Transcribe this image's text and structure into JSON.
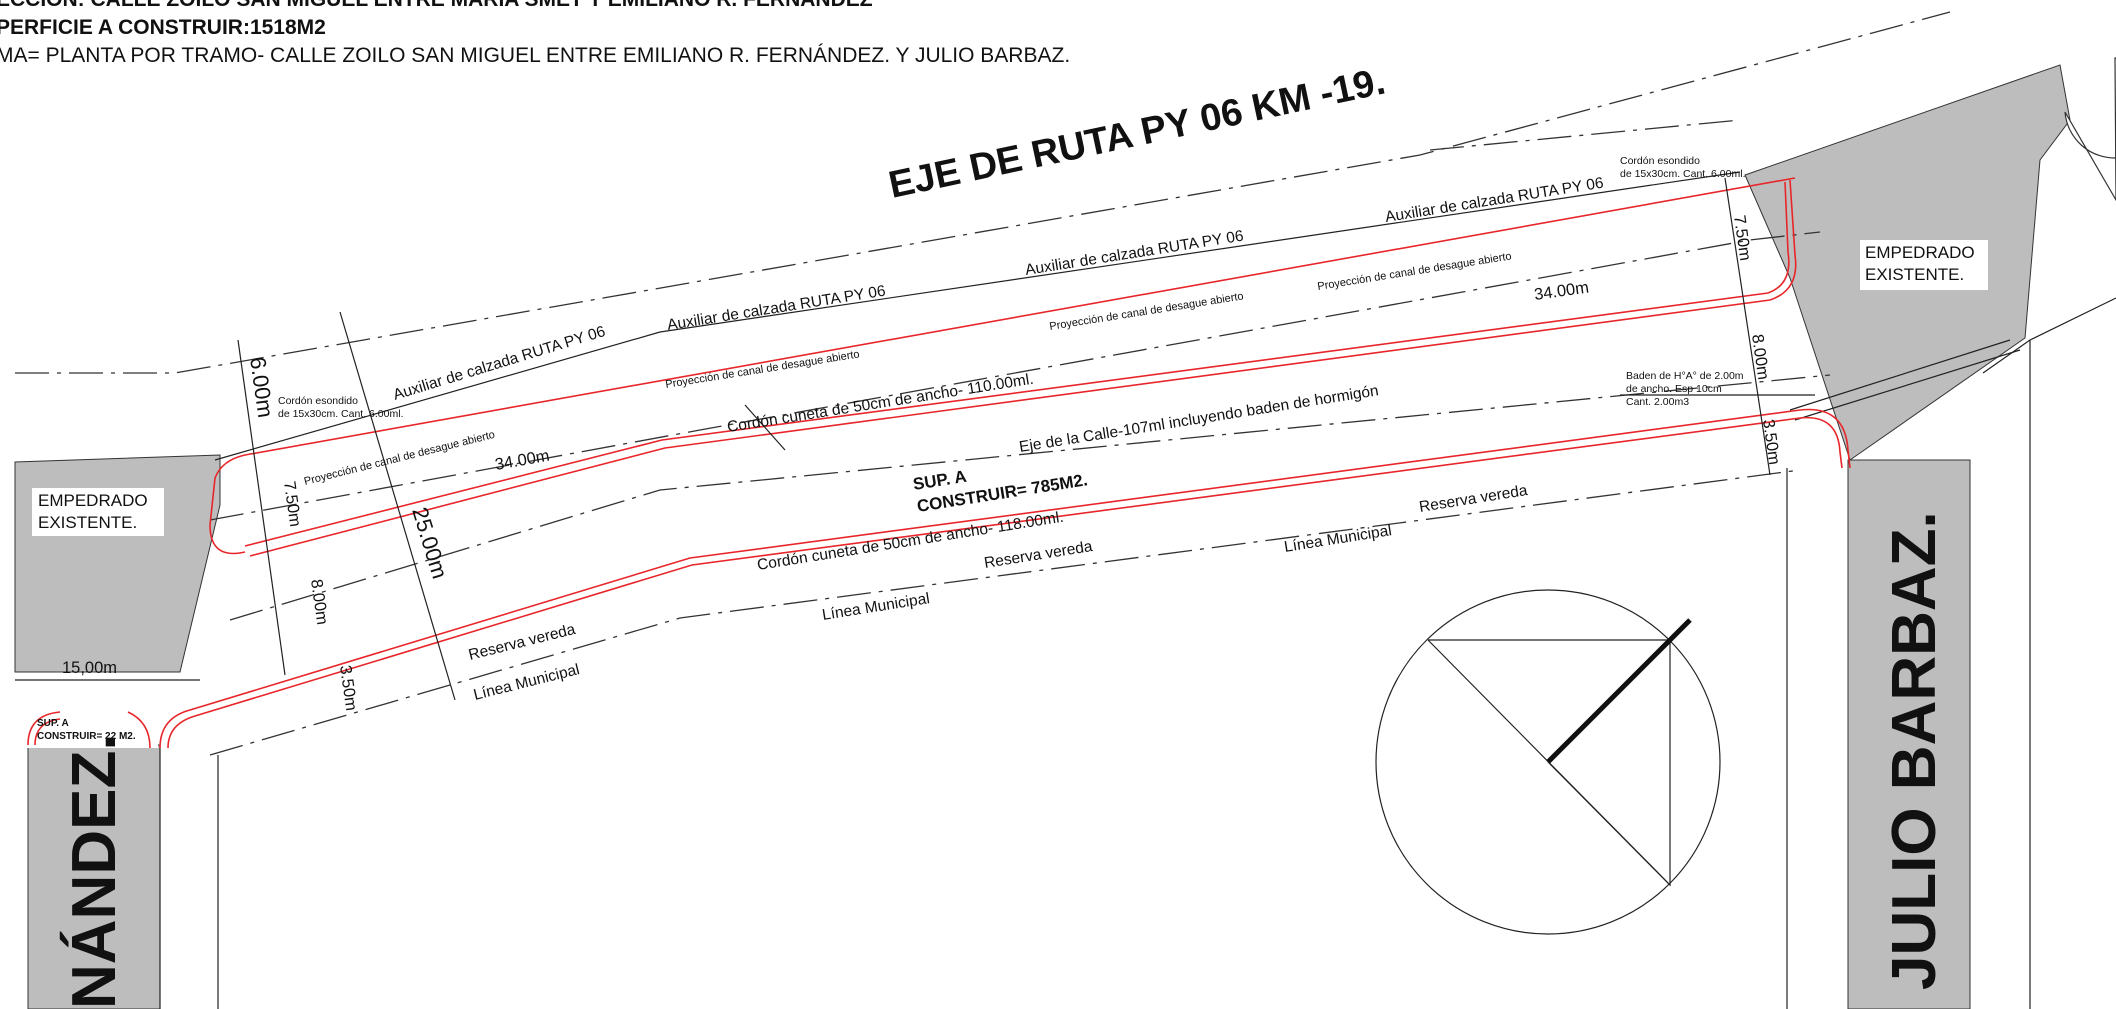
{
  "header": {
    "line1": "ECCIÓN: CALLE ZOILO SAN MIGUEL ENTRE MARÍA SMET Y EMILIANO R. FERNÁNDEZ",
    "line2": "PERFICIE A CONSTRUIR:1518M2",
    "line3": "MA= PLANTA  POR TRAMO- CALLE ZOILO SAN MIGUEL ENTRE  EMILIANO R. FERNÁNDEZ. Y JULIO BARBAZ."
  },
  "route_axis": "EJE DE RUTA PY 06 KM -19.",
  "auxiliar": {
    "a1": "Auxiliar de calzada RUTA PY 06",
    "a2": "Auxiliar de calzada RUTA PY 06",
    "a3": "Auxiliar de calzada RUTA PY 06",
    "a4": "Auxiliar de calzada RUTA PY 06"
  },
  "canal": {
    "c1": "Proyección de canal de desague abierto",
    "c2": "Proyección de canal de desague abierto",
    "c3": "Proyección de canal de desague abierto",
    "c4": "Proyección de canal de desague abierto"
  },
  "cordon_top": {
    "line1": "Cordón esondido",
    "line2": "de 15x30cm.  Cant. 6.00ml."
  },
  "cordon_left": {
    "line1": "Cordón esondido",
    "line2": "de 15x30cm.  Cant. 6.00ml."
  },
  "baden": {
    "line1": "Baden de H°A°  de 2.00m",
    "line2": "de ancho. Esp 10cm",
    "line3": "Cant. 2.00m3"
  },
  "cordon_cuneta_top": "Cordón cuneta de 50cm de ancho- 110.00ml.",
  "cordon_cuneta_bottom": "Cordón cuneta de 50cm de ancho- 118.00ml.",
  "eje_calle": "Eje de la Calle-107ml incluyendo baden de hormigón",
  "sup_main": {
    "line1": "SUP. A",
    "line2": "CONSTRUIR= 785M2."
  },
  "sup_small": {
    "line1": "SUP. A",
    "line2": "CONSTRUIR= 22 M2."
  },
  "reserva": {
    "r1": "Reserva vereda",
    "r2": "Reserva vereda",
    "r3": "Reserva vereda"
  },
  "linea_municipal": {
    "l1": "Línea Municipal",
    "l2": "Línea Municipal",
    "l3": "Línea Municipal"
  },
  "empedrado_left": {
    "line1": "EMPEDRADO",
    "line2": "EXISTENTE."
  },
  "empedrado_right": {
    "line1": "EMPEDRADO",
    "line2": "EXISTENTE."
  },
  "dimensions": {
    "d_6_left": "6.00m",
    "d_750_left": "7.50m",
    "d_25": "25.00m",
    "d_8_left": "8.00m",
    "d_350_left": "3.50m",
    "d_34_left": "34.00m",
    "d_34_right": "34.00m",
    "d_750_right": "7.50m",
    "d_8_right": "8.00m",
    "d_350_right": "3.50m",
    "d_15": "15,00m"
  },
  "streets": {
    "left": "NÁNDEZ.",
    "right": "JULIO BARBAZ."
  },
  "colors": {
    "curb_red": "#e8262a",
    "paving_gray": "#bdbdbd",
    "line_black": "#222222"
  }
}
